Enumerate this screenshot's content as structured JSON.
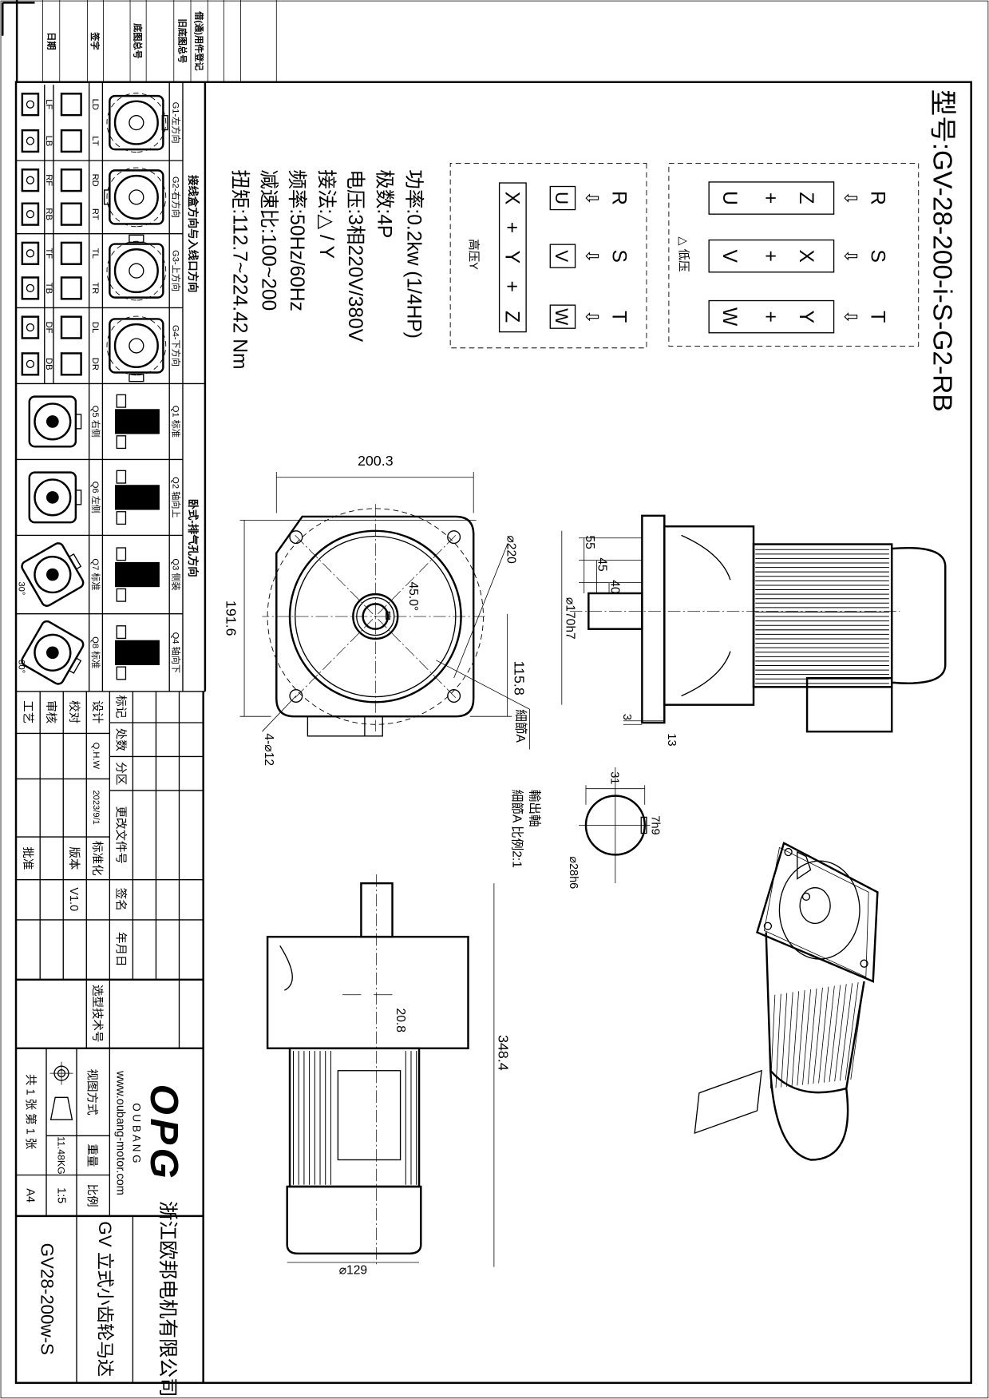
{
  "header_strip": {
    "labels": [
      "借(通)用件登记",
      "旧底图总号",
      "底图总号",
      "签字",
      "日期"
    ]
  },
  "title": "型号:GV-28-200-i-S-G2-RB",
  "wiring": {
    "low": {
      "label": "△ 低压",
      "terminals": [
        "R",
        "S",
        "T"
      ],
      "arrow": "⇩",
      "connections": [
        [
          "Z",
          "+",
          "U"
        ],
        [
          "X",
          "+",
          "V"
        ],
        [
          "Y",
          "+",
          "W"
        ]
      ]
    },
    "high": {
      "label": "高压Y",
      "terminals": [
        "R",
        "S",
        "T"
      ],
      "arrow": "⇩",
      "boxes": [
        "U",
        "V",
        "W"
      ],
      "star": [
        "X",
        "+",
        "Y",
        "+",
        "Z"
      ]
    }
  },
  "specs": [
    "功率:0.2kw (1/4HP)",
    "极数:4P",
    "电压:3相220V/380V",
    "接法:△ / Y",
    "频率:50Hz/60Hz",
    "减速比:100~200",
    "扭矩:112.7~224.42 Nm"
  ],
  "dimensions": {
    "front_width": "200.3",
    "front_height": "191.6",
    "circle": "⌀220",
    "angle": "45.0°",
    "offset": "115.8",
    "detail_ref": "細節A",
    "holes": "4-⌀12",
    "side_55": "55",
    "side_45": "45",
    "side_40": "40",
    "pilot": "⌀170h7",
    "side_3": "3",
    "side_13": "13",
    "bottom_offset": "20.8",
    "bottom_length": "348.4",
    "bottom_dia": "⌀129"
  },
  "detail": {
    "key": "7h9",
    "height": "31",
    "shaft": "⌀28h6",
    "title1": "輸出軸",
    "title2": "細節A 比例2:1"
  },
  "orientation": {
    "junction_header": "接线盒方向与入线口方向",
    "g": [
      {
        "label": "G1-左方向",
        "a": "LD",
        "b": "LT",
        "c": "LF",
        "d": "LB"
      },
      {
        "label": "G2-右方向",
        "a": "RD",
        "b": "RT",
        "c": "RF",
        "d": "RB"
      },
      {
        "label": "G3-上方向",
        "a": "TL",
        "b": "TR",
        "c": "TF",
        "d": "TB"
      },
      {
        "label": "G4-下方向",
        "a": "DL",
        "b": "DR",
        "c": "DF",
        "d": "DB"
      }
    ],
    "exhaust_header": "卧式-排气孔方向",
    "q_top": [
      "Q1 标准",
      "Q2 轴向上",
      "Q3 侧装",
      "Q4 轴向下"
    ],
    "q_bottom": [
      "Q5 右侧",
      "Q6 左侧",
      "Q7 标准",
      "Q8 标准"
    ],
    "angle": "30°"
  },
  "revision": {
    "headers": [
      "标记",
      "处数",
      "分区",
      "更改文件号",
      "签名",
      "年月日"
    ],
    "rows": [
      [
        "设计",
        "Q.H.W",
        "2023/9/1",
        "标准化",
        "",
        ""
      ],
      [
        "校对",
        "",
        "",
        "版本",
        "V1.0",
        ""
      ],
      [
        "审核",
        "",
        "",
        "",
        "",
        ""
      ],
      [
        "工艺",
        "",
        "",
        "批准",
        "",
        ""
      ]
    ],
    "selection_label": "选型技术号"
  },
  "title_block": {
    "logo": "OPG",
    "brand": "O U B A N G",
    "url": "www.oubang-motor.com",
    "view_label": "视图方式",
    "weight_label": "重量",
    "weight": "11.48KG",
    "scale_label": "比例",
    "scale": "1:5",
    "sheets": "共 1 张 第 1 张",
    "paper": "A4",
    "company": "浙江欧邦电机有限公司",
    "product": "GV  立式小齿轮马达",
    "drawing_no": "GV28-200w-S"
  }
}
